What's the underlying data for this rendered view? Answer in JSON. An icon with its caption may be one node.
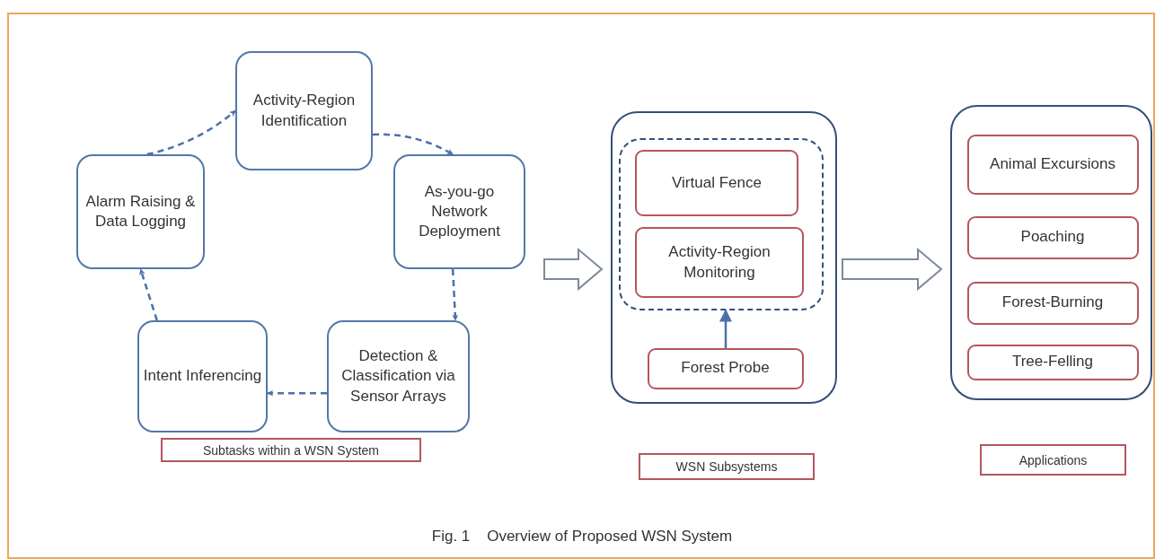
{
  "diagram": {
    "caption": "Fig. 1    Overview of Proposed WSN System",
    "nodes": [
      {
        "text": [
          "Activity-Region Identification"
        ]
      },
      {
        "text": [
          "As-you-go Network Deployment"
        ]
      },
      {
        "text": [
          "Detection & Classification via Sensor Arrays"
        ]
      },
      {
        "text": [
          "Intent Inferencing"
        ]
      },
      {
        "text": [
          "Alarm Raising & Data Logging"
        ]
      },
      {
        "text": [
          "Subtasks within a WSN System"
        ]
      },
      {
        "text": [],
        "shape": "box"
      },
      {
        "text": [],
        "shape": "box",
        "in": 6
      },
      {
        "text": [
          "Virtual Fence"
        ],
        "in": 7
      },
      {
        "text": [
          "Activity-Region Monitoring"
        ],
        "in": 7
      },
      {
        "text": [
          "Forest Probe"
        ],
        "in": 6
      },
      {
        "text": [
          "WSN Subsystems"
        ]
      },
      {
        "text": [],
        "shape": "box"
      },
      {
        "text": [
          "Animal Excursions"
        ],
        "in": 12
      },
      {
        "text": [
          "Poaching"
        ],
        "in": 12
      },
      {
        "text": [
          "Forest-Burning"
        ],
        "in": 12
      },
      {
        "text": [
          "Tree-Felling"
        ],
        "in": 12
      },
      {
        "text": [
          "Applications"
        ]
      }
    ],
    "edges": [
      {
        "from": 0,
        "to": 1,
        "arrow": "to",
        "style": "dashed"
      },
      {
        "from": 1,
        "to": 2,
        "arrow": "to",
        "style": "dashed"
      },
      {
        "from": 2,
        "to": 3,
        "arrow": "to",
        "style": "dashed"
      },
      {
        "from": 3,
        "to": 4,
        "arrow": "to",
        "style": "dashed"
      },
      {
        "from": 4,
        "to": 0,
        "arrow": "to",
        "style": "dashed"
      },
      {
        "from": null,
        "to": 6,
        "arrow": "to",
        "style": "thick",
        "color": "#7d8a99"
      },
      {
        "from": 6,
        "to": 12,
        "arrow": "to",
        "style": "thick",
        "color": "#7d8a99"
      },
      {
        "from": 10,
        "to": 7,
        "arrow": "to"
      }
    ]
  }
}
